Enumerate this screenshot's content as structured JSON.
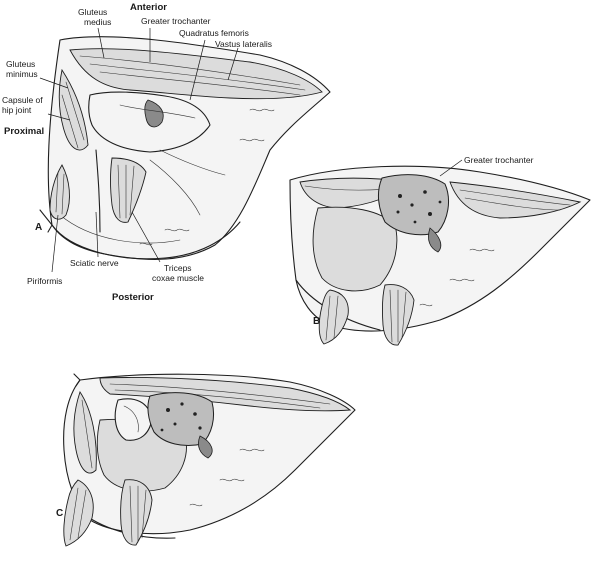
{
  "panels": {
    "a": {
      "letter": "A",
      "labels": {
        "anterior": "Anterior",
        "posterior": "Posterior",
        "proximal": "Proximal",
        "gluteus_medius": "Gluteus\nmedius",
        "gluteus_minimus": "Gluteus\nminimus",
        "capsule": "Capsule of\nhip joint",
        "greater_trochanter": "Greater trochanter",
        "quadratus_femoris": "Quadratus femoris",
        "vastus_lateralis": "Vastus lateralis",
        "sciatic_nerve": "Sciatic nerve",
        "piriformis": "Piriformis",
        "triceps_coxae": "Triceps\ncoxae muscle"
      }
    },
    "b": {
      "letter": "B",
      "labels": {
        "greater_trochanter": "Greater trochanter"
      }
    },
    "c": {
      "letter": "C"
    }
  }
}
